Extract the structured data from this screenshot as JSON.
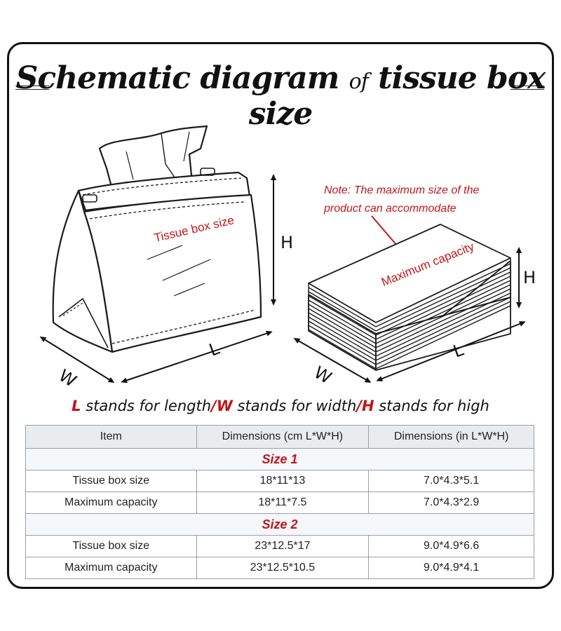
{
  "title": {
    "main_a": "Schematic diagram ",
    "main_of": "of",
    "main_b": " tissue box size"
  },
  "left_diagram": {
    "label": "Tissue box size",
    "h": "H",
    "l": "L",
    "w": "W"
  },
  "right_diagram": {
    "note_line1": "Note: The maximum size of the",
    "note_line2": "product can accommodate",
    "label": "Maximum capacity",
    "h": "H",
    "l": "L",
    "w": "W"
  },
  "legend": {
    "l": "L",
    "l_text": " stands for length",
    "sep1": "/",
    "w": "W",
    "w_text": " stands for width",
    "sep2": "/",
    "h": "H",
    "h_text": " stands for high"
  },
  "table": {
    "headers": [
      "Item",
      "Dimensions (cm L*W*H)",
      "Dimensions (in L*W*H)"
    ],
    "size1": "Size 1",
    "size2": "Size 2",
    "rows1": [
      [
        "Tissue box size",
        "18*11*13",
        "7.0*4.3*5.1"
      ],
      [
        "Maximum capacity",
        "18*11*7.5",
        "7.0*4.3*2.9"
      ]
    ],
    "rows2": [
      [
        "Tissue box size",
        "23*12.5*17",
        "9.0*4.9*6.6"
      ],
      [
        "Maximum capacity",
        "23*12.5*10.5",
        "9.0*4.9*4.1"
      ]
    ]
  },
  "colors": {
    "accent_red": "#c0161a",
    "ink": "#111111",
    "header_bg": "#e9ecef"
  }
}
